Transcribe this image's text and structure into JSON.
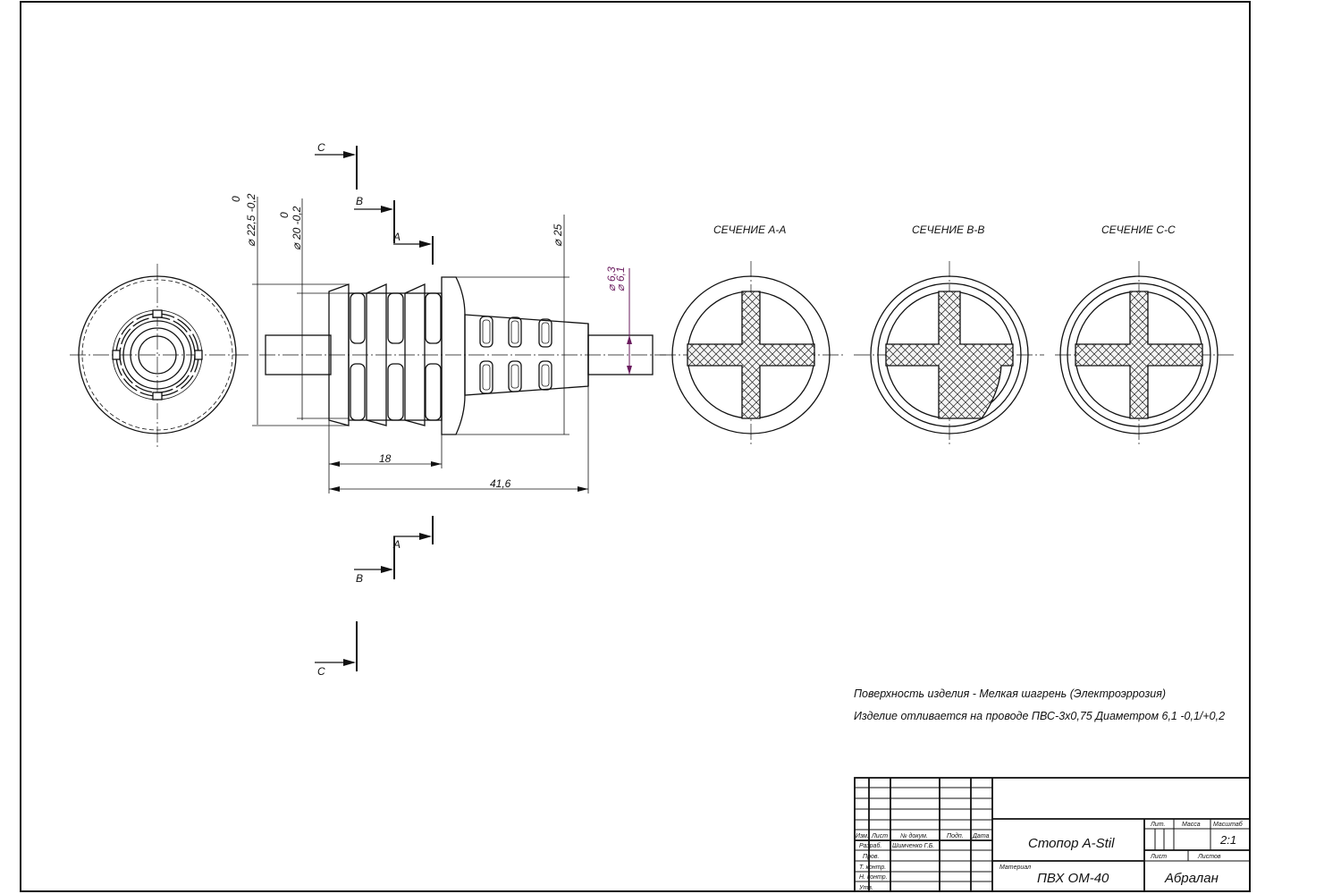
{
  "dims": {
    "d22": {
      "zero": "0",
      "text": "22,5 -0,2",
      "sym": "⌀"
    },
    "d20": {
      "zero": "0",
      "text": "20 -0,2",
      "sym": "⌀"
    },
    "d25": {
      "text": "25",
      "sym": "⌀"
    },
    "d63": {
      "text": "6,3",
      "sym": "⌀"
    },
    "d61": {
      "text": "6,1",
      "sym": "⌀"
    },
    "len18": "18",
    "len416": "41,6"
  },
  "cuts": {
    "c": "C",
    "b": "B",
    "a": "A"
  },
  "sections": {
    "aa": "СЕЧЕНИЕ А-А",
    "bb": "СЕЧЕНИЕ В-В",
    "cc": "СЕЧЕНИЕ С-С"
  },
  "notes": {
    "note1": "Поверхность изделия - Мелкая шагрень (Электроэррозия)",
    "note2": "Изделие отливается на проводе ПВС-3х0,75 Диаметром 6,1 -0,1/+0,2"
  },
  "titleblock": {
    "izm": "Изм.",
    "list": "Лист",
    "doc": "№ докум.",
    "podp": "Подп.",
    "data": "Дата",
    "razrab": "Разраб.",
    "razrab_name": "Шимченко Г.Б.",
    "prov": "Пров.",
    "tkontr": "Т. контр.",
    "nkontr": "Н. контр.",
    "utv": "Утв.",
    "title": "Стопор A-Stil",
    "lit": "Лит.",
    "massa": "Масса",
    "masshtab": "Масштаб",
    "scale": "2:1",
    "list2": "Лист",
    "listov": "Листов",
    "material_label": "Материал",
    "material": "ПВХ ОМ-40",
    "company": "Абралан"
  }
}
